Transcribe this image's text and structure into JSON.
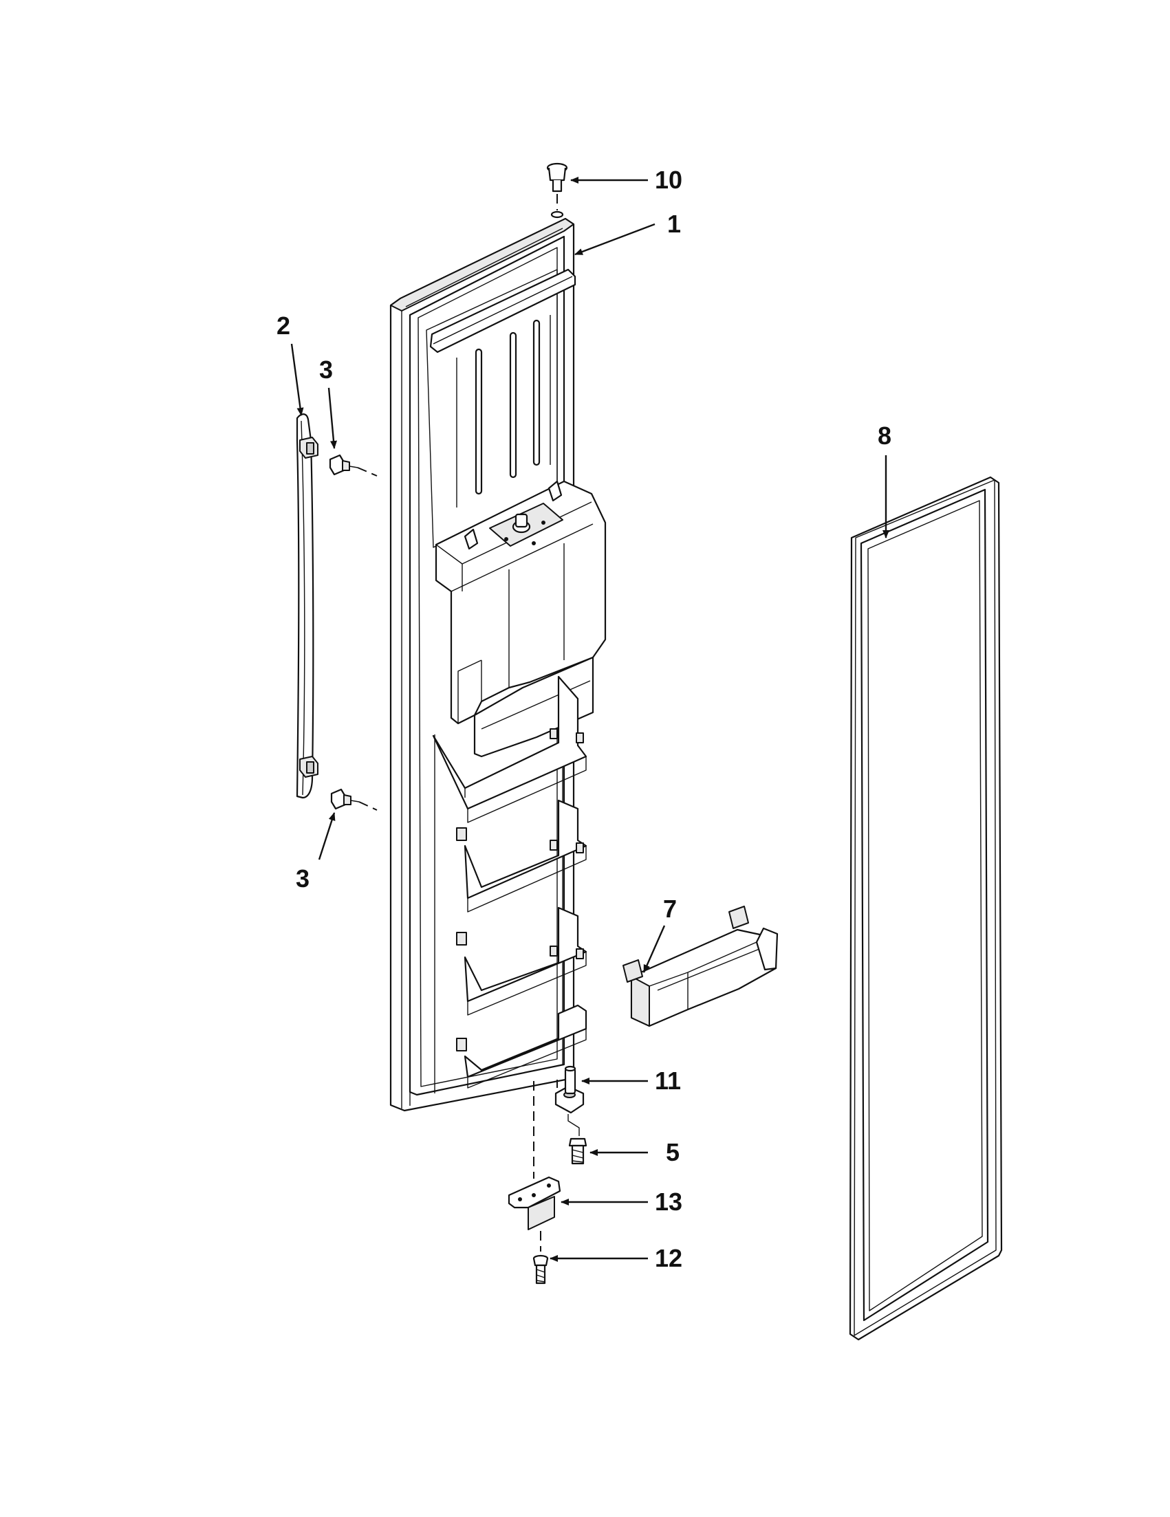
{
  "callouts": {
    "c10": "10",
    "c1": "1",
    "c2": "2",
    "c3_upper": "3",
    "c3_lower": "3",
    "c8": "8",
    "c7": "7",
    "c11": "11",
    "c5": "5",
    "c13": "13",
    "c12": "12"
  }
}
